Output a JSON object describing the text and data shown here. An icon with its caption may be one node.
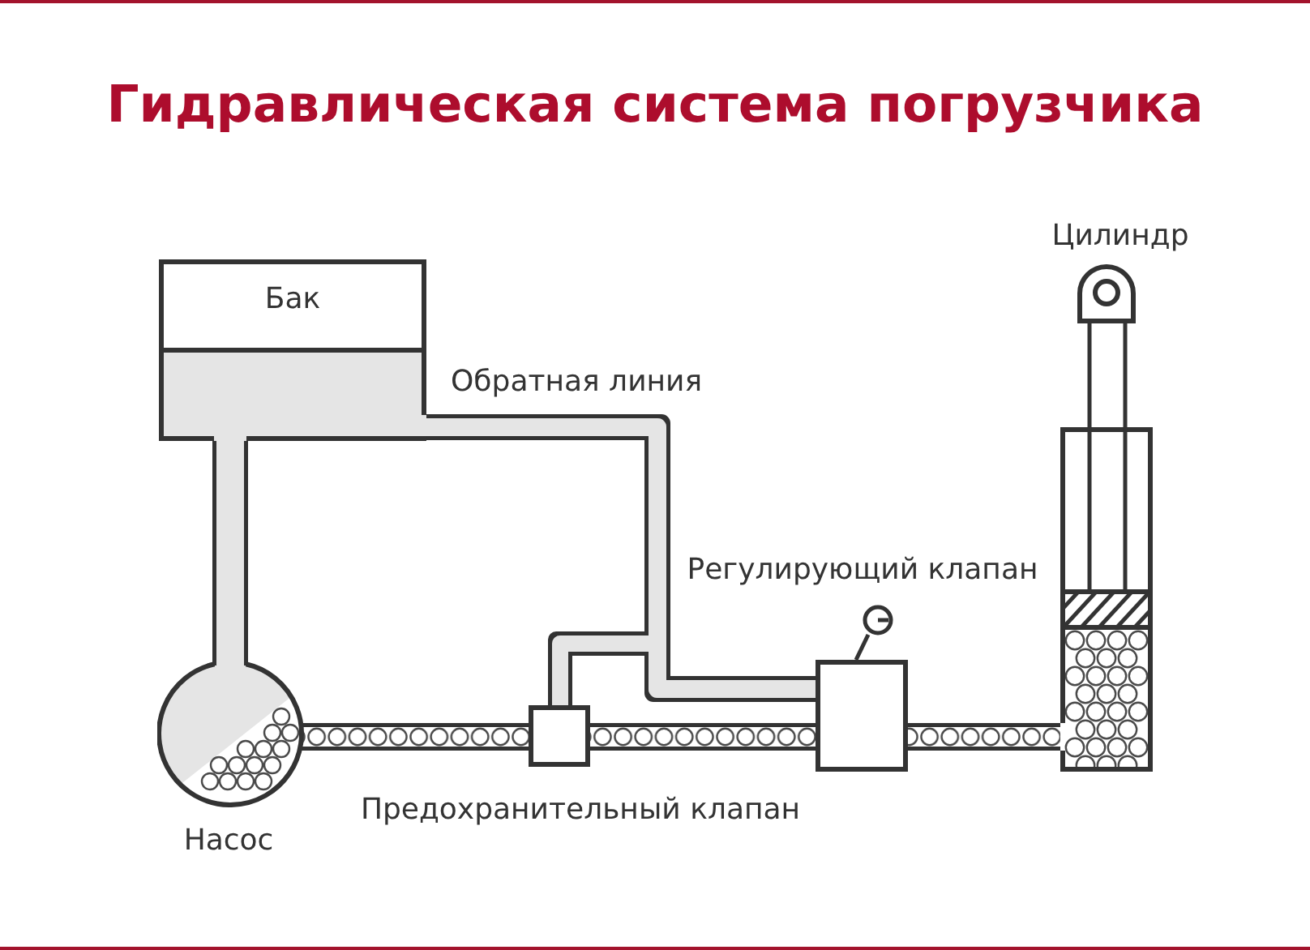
{
  "diagram": {
    "title": "Гидравлическая система погрузчика",
    "nodes": [
      {
        "text": [
          "Бак"
        ]
      },
      {
        "text": [
          "Насос"
        ]
      },
      {
        "text": [
          "Предохранительный клапан"
        ]
      },
      {
        "text": [
          "Регулирующий клапан"
        ]
      },
      {
        "text": [
          "Цилиндр"
        ]
      }
    ],
    "edges": [
      {
        "from": 0,
        "to": 1,
        "arrow": "none",
        "color": "#e5e5e5"
      },
      {
        "from": 1,
        "to": 2,
        "arrow": "none"
      },
      {
        "from": 2,
        "to": 3,
        "arrow": "none"
      },
      {
        "from": 3,
        "to": 4,
        "arrow": "none"
      },
      {
        "from": 3,
        "to": 0,
        "arrow": "none",
        "label": "Обратная линия",
        "color": "#e5e5e5"
      },
      {
        "from": 2,
        "to": 0,
        "arrow": "none",
        "color": "#e5e5e5"
      }
    ]
  }
}
